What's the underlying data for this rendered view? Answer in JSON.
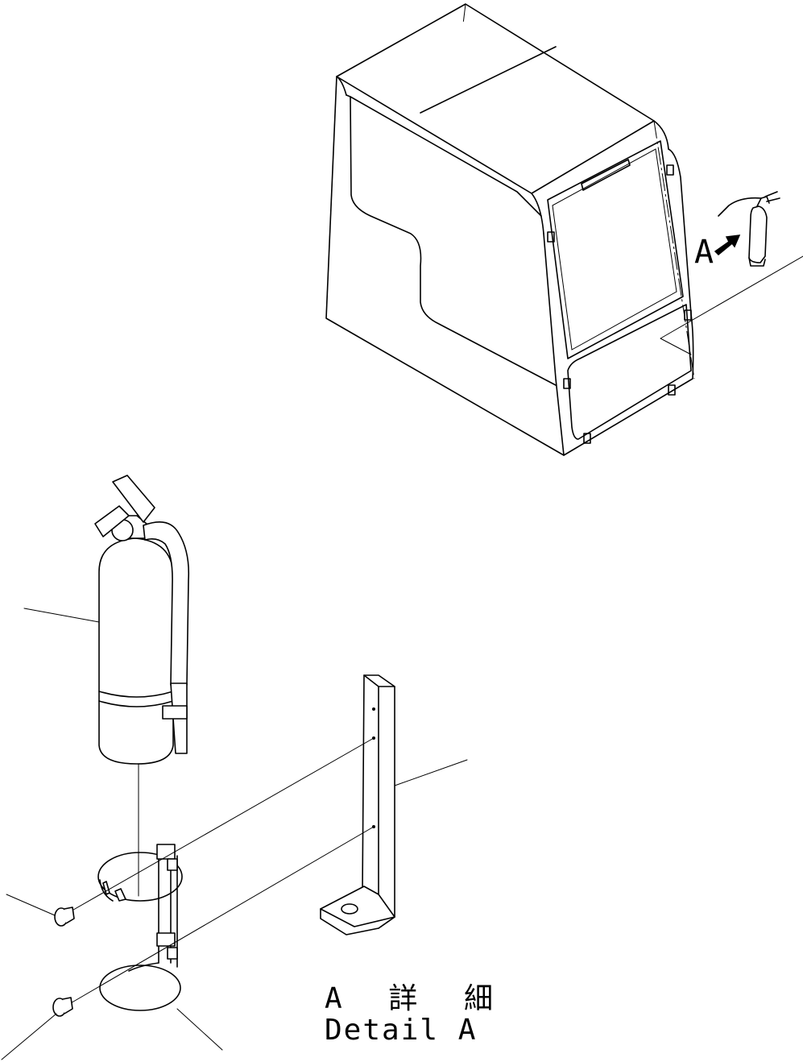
{
  "labels": {
    "view_marker": "A",
    "detail_title_ja": "A 詳 細",
    "detail_title_en": "Detail A"
  },
  "colors": {
    "line": "#000000",
    "background": "#ffffff"
  }
}
